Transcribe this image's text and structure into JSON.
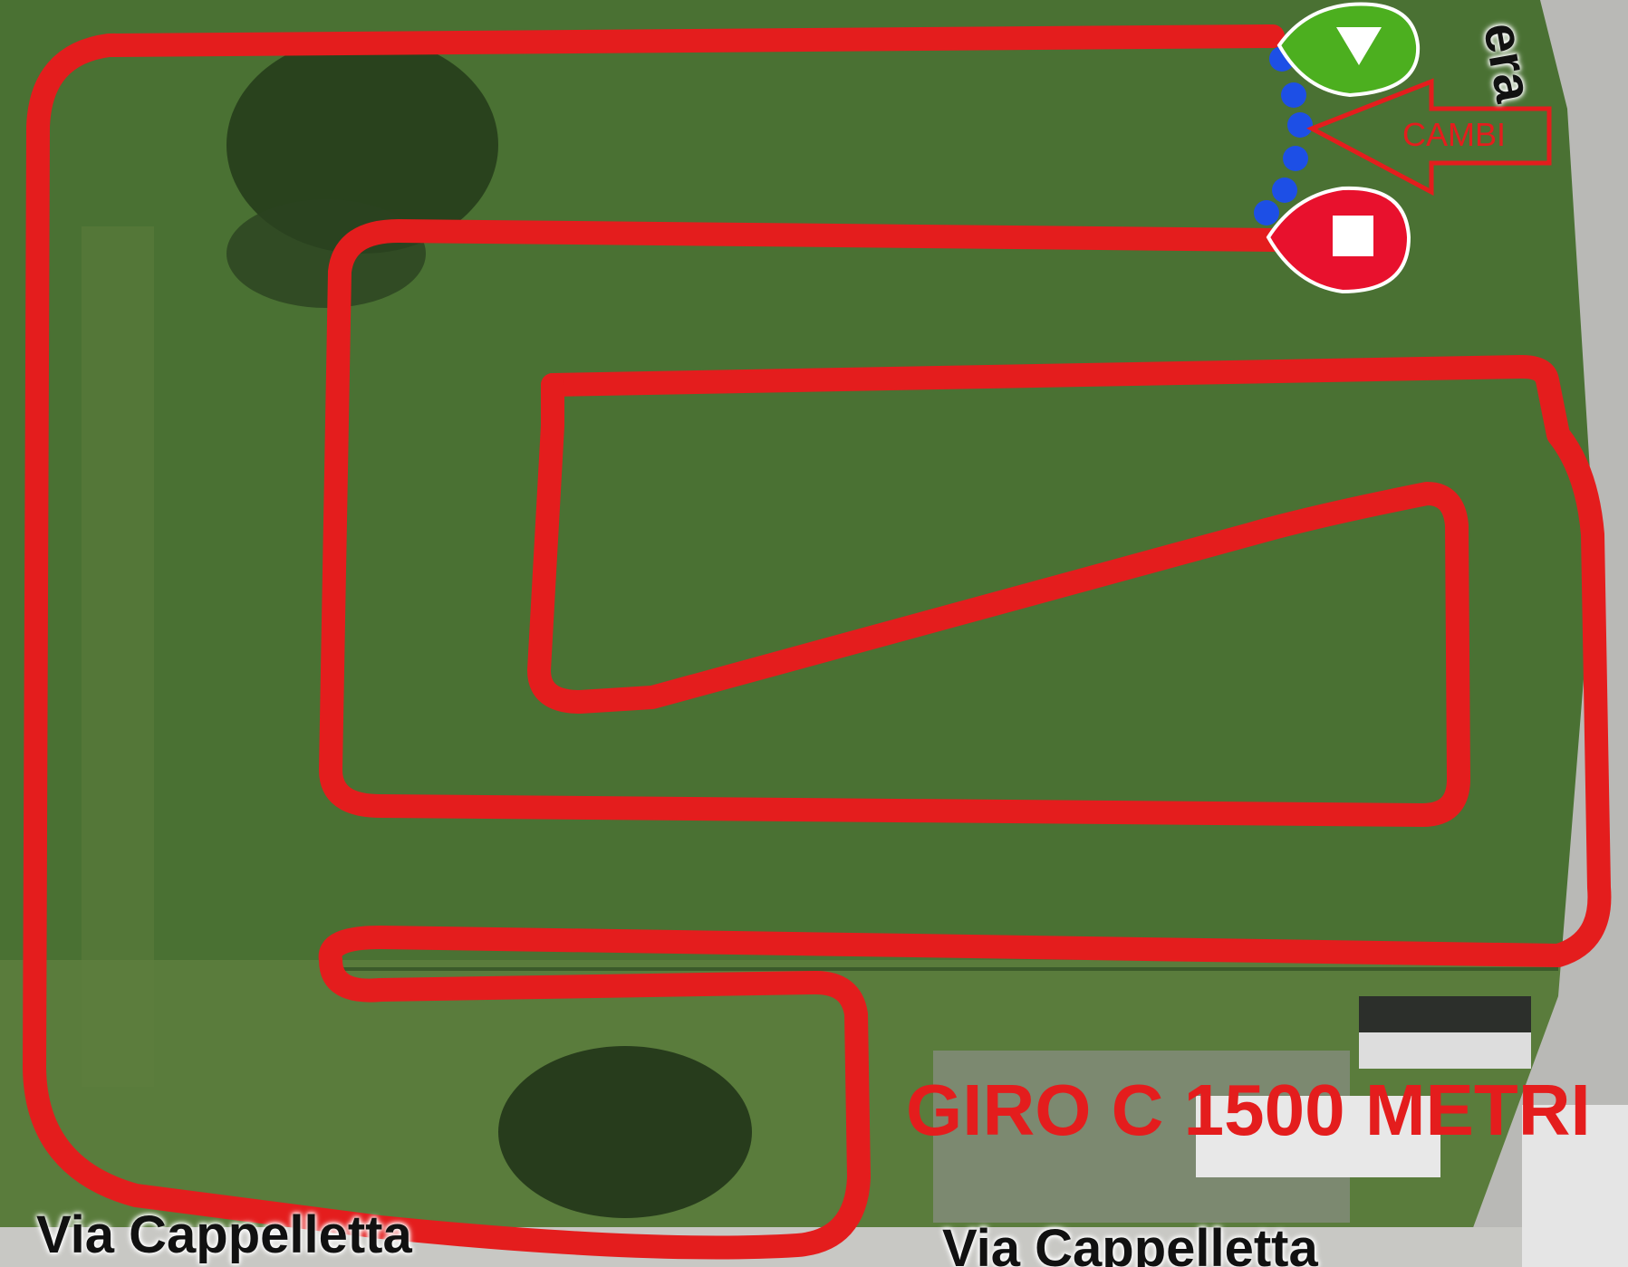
{
  "map": {
    "course_title": "GIRO C 1500 METRI",
    "changeover_label": "CAMBI",
    "roads": {
      "bottom_left": "Via Cappelletta",
      "bottom_right": "Via Cappelletta",
      "right_edge": "era"
    },
    "markers": {
      "start": {
        "icon": "play-triangle-icon",
        "color": "#4caf1f"
      },
      "finish": {
        "icon": "stop-square-icon",
        "color": "#e8112d"
      }
    },
    "route_color": "#e41d1d",
    "changeover_dots_color": "#1d4fe6"
  }
}
